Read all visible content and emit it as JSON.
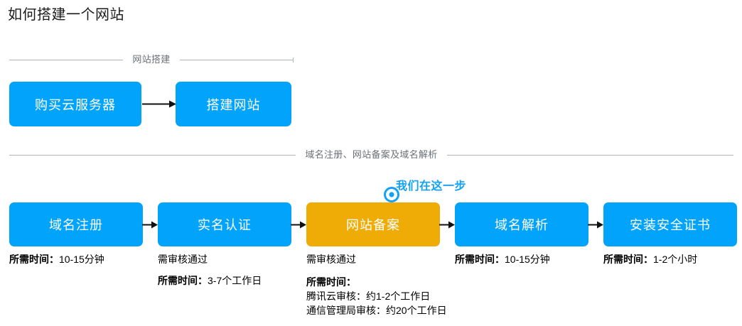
{
  "page": {
    "title": "如何搭建一个网站"
  },
  "colors": {
    "blue": "#02A4FB",
    "orange": "#EFAB06",
    "annotation_blue": "#14A2F5",
    "divider_line": "#aeb3b8",
    "divider_text": "#6b7177"
  },
  "sections": [
    {
      "id": "build",
      "divider_label": "网站搭建",
      "steps": [
        {
          "label": "购买云服务器",
          "color": "blue"
        },
        {
          "label": "搭建网站",
          "color": "blue"
        }
      ]
    },
    {
      "id": "domain",
      "divider_label": "域名注册、网站备案及域名解析",
      "steps": [
        {
          "label": "域名注册",
          "color": "blue"
        },
        {
          "label": "实名认证",
          "color": "blue"
        },
        {
          "label": "网站备案",
          "color": "orange"
        },
        {
          "label": "域名解析",
          "color": "blue"
        },
        {
          "label": "安装安全证书",
          "color": "blue"
        }
      ]
    }
  ],
  "here_marker": {
    "label": "我们在这一步",
    "icon": "target-ring-icon",
    "attached_to_step": "网站备案"
  },
  "captions": {
    "col1": {
      "time_label": "所需时间：",
      "time_value": "10-15分钟"
    },
    "col2": {
      "note": "需审核通过",
      "time_label": "所需时间：",
      "time_value": "3-7个工作日"
    },
    "col3": {
      "note": "需审核通过",
      "time_label": "所需时间：",
      "time_line2": "腾讯云审核：约1-2个工作日",
      "time_line3": "通信管理局审核：约20个工作日"
    },
    "col4": {
      "time_label": "所需时间：",
      "time_value": "10-15分钟"
    },
    "col5": {
      "time_label": "所需时间：",
      "time_value": "1-2个小时"
    }
  }
}
